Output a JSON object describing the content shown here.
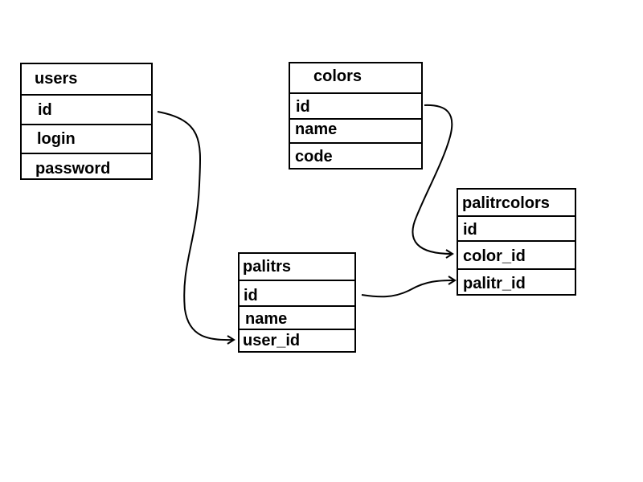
{
  "tables": {
    "users": {
      "name": "users",
      "fields": [
        "id",
        "login",
        "password"
      ]
    },
    "colors": {
      "name": "colors",
      "fields": [
        "id",
        "name",
        "code"
      ]
    },
    "palitrcolors": {
      "name": "palitrcolors",
      "fields": [
        "id",
        "color_id",
        "palitr_id"
      ]
    },
    "palitrs": {
      "name": "palitrs",
      "fields": [
        "id",
        "name",
        "user_id"
      ]
    }
  },
  "relations": [
    {
      "from": "users.id",
      "to": "palitrs.user_id"
    },
    {
      "from": "colors.id",
      "to": "palitrcolors.color_id"
    },
    {
      "from": "palitrs.id",
      "to": "palitrcolors.palitr_id"
    }
  ]
}
